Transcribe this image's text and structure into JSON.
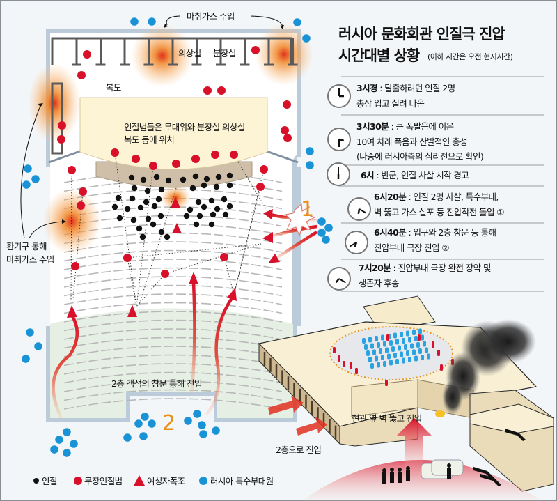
{
  "title": {
    "line1": "러시아 문화회관 인질극 진압",
    "line2": "시간대별 상황",
    "note": "(이하 시간은 오전 현지시간)"
  },
  "timeline": [
    {
      "time": "3시경",
      "h": 3,
      "m": 0,
      "lines": [
        " : 탈출하려던 인질 2명",
        "총상 입고 실려 나옴"
      ]
    },
    {
      "time": "3시30분",
      "h": 3,
      "m": 30,
      "lines": [
        " : 큰 폭발음에 이은",
        "10여 차례 폭음과 산발적인 총성",
        "(나중에 러시아측의 심리전으로 확인)"
      ]
    },
    {
      "time": "6시",
      "h": 6,
      "m": 0,
      "lines": [
        " : 반군, 인질 사살 시작 경고"
      ]
    },
    {
      "time": "6시20분",
      "h": 6,
      "m": 20,
      "lines": [
        " : 인질 2명 사살, 특수부대,",
        "벽 뚫고 가스 살포 등 진압작전 돌입 ①"
      ]
    },
    {
      "time": "6시40분",
      "h": 6,
      "m": 40,
      "lines": [
        " : 입구와 2층 창문 등 통해",
        "진압부대 극장 진입 ②"
      ]
    },
    {
      "time": "7시20분",
      "h": 7,
      "m": 20,
      "lines": [
        " : 진압부대 극장 완전 장악 및",
        "생존자 후송"
      ]
    }
  ],
  "plan": {
    "gas_top": "마취가스 주입",
    "costume_room": "의상실",
    "makeup_room": "분장실",
    "corridor": "복도",
    "stage_note": [
      "인질범들은 무대위와 분장실 의상실",
      "복도 등에 위치"
    ],
    "vent_note": [
      "환기구 통해",
      "마취가스 주입"
    ],
    "window_entry": "2층 객석의 창문 통해 진입",
    "marker_1": "1",
    "marker_2": "2"
  },
  "building": {
    "second_floor_entry": "2층으로 진입",
    "wall_breach_entry": "현관 옆 벽 뚫고 진입"
  },
  "legend": [
    {
      "label": "인질",
      "color": "#111111",
      "shape": "dot-small"
    },
    {
      "label": "무장인질범",
      "color": "#d8102a",
      "shape": "dot"
    },
    {
      "label": "여성자폭조",
      "color": "#d8102a",
      "shape": "triangle"
    },
    {
      "label": "러시아 특수부대원",
      "color": "#1a93d6",
      "shape": "dot"
    }
  ],
  "colors": {
    "terrorist": "#d8102a",
    "hostage": "#111111",
    "spetsnaz": "#1a93d6",
    "marker": "#e8901a"
  }
}
